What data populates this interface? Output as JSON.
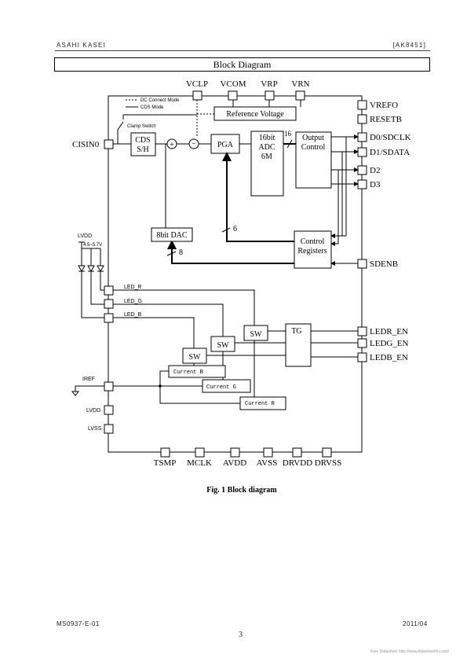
{
  "header": {
    "company": "ASAHI KASEI",
    "doc_id": "[AK8451]"
  },
  "section_title": "Block Diagram",
  "pins": {
    "top": [
      "VCLP",
      "VCOM",
      "VRP",
      "VRN"
    ],
    "left_input": "CISIN0",
    "right": [
      "VREFO",
      "RESETB",
      "D0/SDCLK",
      "D1/SDATA",
      "D2",
      "D3",
      "SDENB",
      "LEDR_EN",
      "LEDG_EN",
      "LEDB_EN"
    ],
    "bottom": [
      "TSMP",
      "MCLK",
      "AVDD",
      "AVSS",
      "DRVDD",
      "DRVSS"
    ],
    "left_led": [
      "LED_R",
      "LED_G",
      "LED_B"
    ],
    "left_other": [
      "IREF",
      "LVDD",
      "LVSS"
    ]
  },
  "legend": {
    "dc_connect": "DC Connect Mode",
    "cds_mode": "CDS Mode",
    "clamp_switch": "Clamp Switch"
  },
  "supply": {
    "name": "LVDD",
    "range": "4.5~5.7V"
  },
  "blocks": {
    "reference_voltage": "Reference Voltage",
    "cds": [
      "CDS",
      "S/H"
    ],
    "pga": "PGA",
    "adc": [
      "16bit",
      "ADC",
      "6M"
    ],
    "output_control": [
      "Output",
      "Control"
    ],
    "dac": "8bit DAC",
    "control_registers": [
      "Control",
      "Registers"
    ],
    "tg": "TG",
    "sw": "SW",
    "current_r": "Current R",
    "current_g": "Current G",
    "current_b": "Current B"
  },
  "bus_widths": {
    "adc_out": "16",
    "pga_gain": "6",
    "dac_in": "8"
  },
  "caption": "Fig. 1 Block diagram",
  "footer": {
    "doc_number": "MS0937-E-01",
    "date": "2011/04",
    "page": "3",
    "watermark": "Free Datasheet http://www.datasheet4u.com/"
  }
}
